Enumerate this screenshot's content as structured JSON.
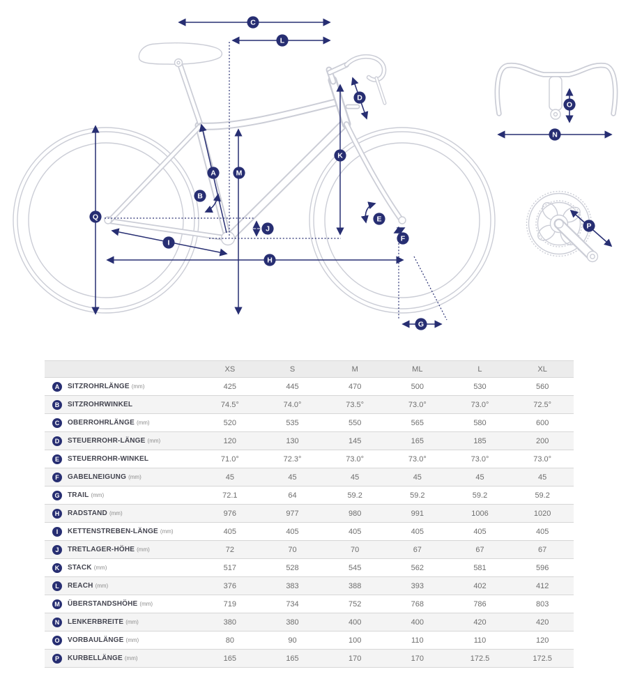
{
  "diagram": {
    "markers": {
      "A": "A",
      "B": "B",
      "C": "C",
      "D": "D",
      "E": "E",
      "F": "F",
      "G": "G",
      "H": "H",
      "I": "I",
      "J": "J",
      "K": "K",
      "L": "L",
      "M": "M",
      "N": "N",
      "O": "O",
      "P": "P",
      "Q": "Q"
    }
  },
  "colors": {
    "dimension": "#272e72",
    "bike_outline": "#cbcdd6",
    "table_header_bg": "#ececec",
    "row_alt_bg": "#f4f4f4"
  },
  "table": {
    "columns": [
      "XS",
      "S",
      "M",
      "ML",
      "L",
      "XL"
    ],
    "rows": [
      {
        "letter": "A",
        "label": "SITZROHRLÄNGE",
        "unit": "(mm)",
        "values": [
          "425",
          "445",
          "470",
          "500",
          "530",
          "560"
        ]
      },
      {
        "letter": "B",
        "label": "SITZROHRWINKEL",
        "unit": "",
        "values": [
          "74.5°",
          "74.0°",
          "73.5°",
          "73.0°",
          "73.0°",
          "72.5°"
        ]
      },
      {
        "letter": "C",
        "label": "OBERROHRLÄNGE",
        "unit": "(mm)",
        "values": [
          "520",
          "535",
          "550",
          "565",
          "580",
          "600"
        ]
      },
      {
        "letter": "D",
        "label": "STEUERROHR-LÄNGE",
        "unit": "(mm)",
        "values": [
          "120",
          "130",
          "145",
          "165",
          "185",
          "200"
        ]
      },
      {
        "letter": "E",
        "label": "STEUERROHR-WINKEL",
        "unit": "",
        "values": [
          "71.0°",
          "72.3°",
          "73.0°",
          "73.0°",
          "73.0°",
          "73.0°"
        ]
      },
      {
        "letter": "F",
        "label": "GABELNEIGUNG",
        "unit": "(mm)",
        "values": [
          "45",
          "45",
          "45",
          "45",
          "45",
          "45"
        ]
      },
      {
        "letter": "G",
        "label": "TRAIL",
        "unit": "(mm)",
        "values": [
          "72.1",
          "64",
          "59.2",
          "59.2",
          "59.2",
          "59.2"
        ]
      },
      {
        "letter": "H",
        "label": "RADSTAND",
        "unit": "(mm)",
        "values": [
          "976",
          "977",
          "980",
          "991",
          "1006",
          "1020"
        ]
      },
      {
        "letter": "I",
        "label": "KETTENSTREBEN-LÄNGE",
        "unit": "(mm)",
        "values": [
          "405",
          "405",
          "405",
          "405",
          "405",
          "405"
        ]
      },
      {
        "letter": "J",
        "label": "TRETLAGER-HÖHE",
        "unit": "(mm)",
        "values": [
          "72",
          "70",
          "70",
          "67",
          "67",
          "67"
        ]
      },
      {
        "letter": "K",
        "label": "STACK",
        "unit": "(mm)",
        "values": [
          "517",
          "528",
          "545",
          "562",
          "581",
          "596"
        ]
      },
      {
        "letter": "L",
        "label": "REACH",
        "unit": "(mm)",
        "values": [
          "376",
          "383",
          "388",
          "393",
          "402",
          "412"
        ]
      },
      {
        "letter": "M",
        "label": "ÜBERSTANDSHÖHE",
        "unit": "(mm)",
        "values": [
          "719",
          "734",
          "752",
          "768",
          "786",
          "803"
        ]
      },
      {
        "letter": "N",
        "label": "LENKERBREITE",
        "unit": "(mm)",
        "values": [
          "380",
          "380",
          "400",
          "400",
          "420",
          "420"
        ]
      },
      {
        "letter": "O",
        "label": "VORBAULÄNGE",
        "unit": "(mm)",
        "values": [
          "80",
          "90",
          "100",
          "110",
          "110",
          "120"
        ]
      },
      {
        "letter": "P",
        "label": "KURBELLÄNGE",
        "unit": "(mm)",
        "values": [
          "165",
          "165",
          "170",
          "170",
          "172.5",
          "172.5"
        ]
      }
    ]
  }
}
